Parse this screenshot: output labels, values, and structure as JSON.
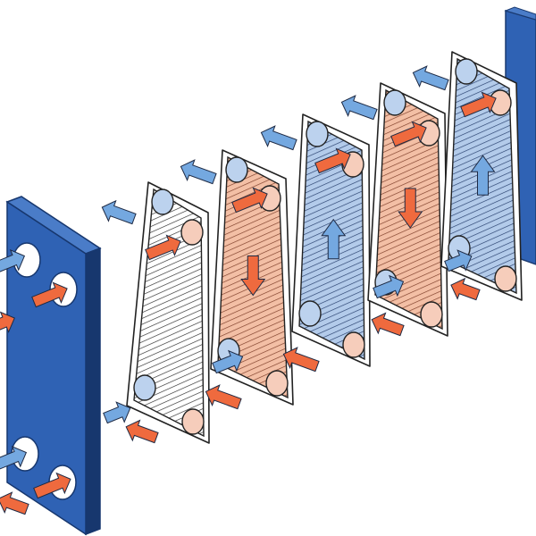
{
  "colors": {
    "frame_blue": "#2f62b4",
    "frame_blue_dark": "#21488d",
    "frame_blue_side": "#17376e",
    "hot_arrow": "#ef6a3e",
    "cold_arrow": "#74a8e0",
    "hot_fill": "#f3bfa5",
    "cold_fill": "#b3cbea",
    "port_hot": "#f6cdbb",
    "port_cold": "#bcd2ee",
    "outline": "#222222",
    "background": "#ffffff"
  },
  "diagram": {
    "type": "exploded plate heat exchanger",
    "plates": [
      {
        "style": "white",
        "flow": "none"
      },
      {
        "style": "hot",
        "flow": "down"
      },
      {
        "style": "cold",
        "flow": "up"
      },
      {
        "style": "hot",
        "flow": "down"
      },
      {
        "style": "cold",
        "flow": "up"
      }
    ]
  },
  "icons": {
    "hot_flow": "orange-arrow-icon",
    "cold_flow": "blue-arrow-icon"
  }
}
